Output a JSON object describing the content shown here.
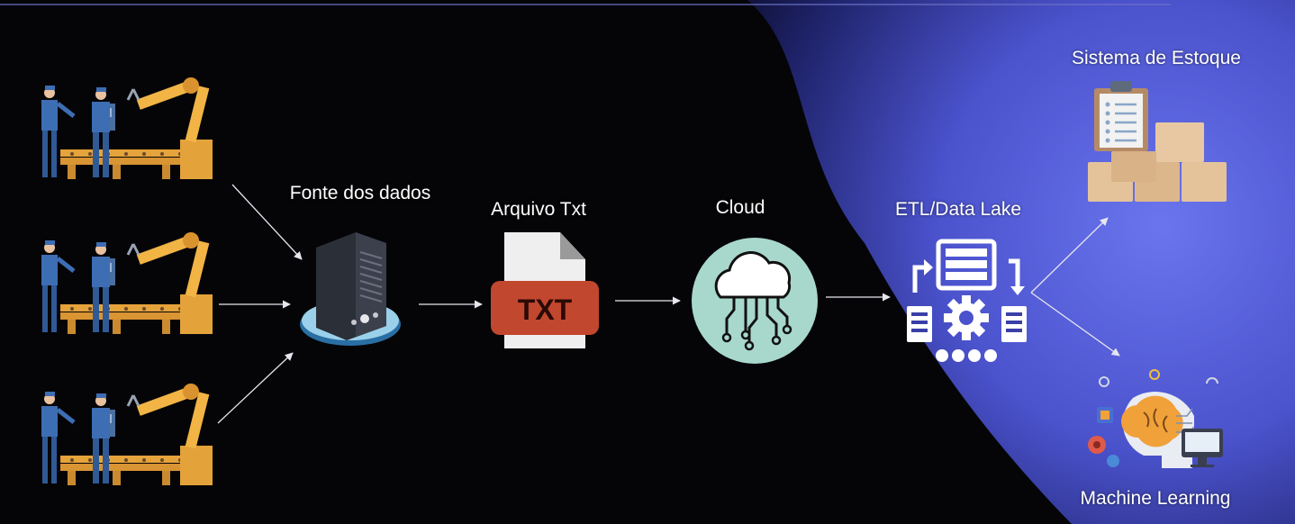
{
  "labels": {
    "fonte": "Fonte dos dados",
    "arquivo": "Arquivo Txt",
    "cloud": "Cloud",
    "etl": "ETL/Data Lake",
    "estoque": "Sistema de Estoque",
    "ml": "Machine Learning"
  },
  "file_badge": "TXT",
  "nodes": [
    {
      "id": "factory-1",
      "icon": "factory-robot-arm-icon"
    },
    {
      "id": "factory-2",
      "icon": "factory-robot-arm-icon"
    },
    {
      "id": "factory-3",
      "icon": "factory-robot-arm-icon"
    },
    {
      "id": "fonte",
      "icon": "server-icon"
    },
    {
      "id": "arquivo",
      "icon": "txt-file-icon"
    },
    {
      "id": "cloud",
      "icon": "cloud-network-icon"
    },
    {
      "id": "etl",
      "icon": "etl-gear-database-icon"
    },
    {
      "id": "estoque",
      "icon": "inventory-clipboard-boxes-icon"
    },
    {
      "id": "ml",
      "icon": "machine-learning-head-icon"
    }
  ],
  "edges": [
    {
      "from": "factory-1",
      "to": "fonte"
    },
    {
      "from": "factory-2",
      "to": "fonte"
    },
    {
      "from": "factory-3",
      "to": "fonte"
    },
    {
      "from": "fonte",
      "to": "arquivo"
    },
    {
      "from": "arquivo",
      "to": "cloud"
    },
    {
      "from": "cloud",
      "to": "etl"
    },
    {
      "from": "etl",
      "to": "estoque"
    },
    {
      "from": "etl",
      "to": "ml"
    }
  ],
  "colors": {
    "background_dark": "#050508",
    "background_glow": "#5a66e6",
    "txt_badge": "#c2472f",
    "cloud_circle": "#a8d8cc",
    "robot_orange": "#e3a23a",
    "worker_blue": "#3d6db3",
    "box_tan": "#e4c39b",
    "clipboard_brown": "#b58b67"
  }
}
